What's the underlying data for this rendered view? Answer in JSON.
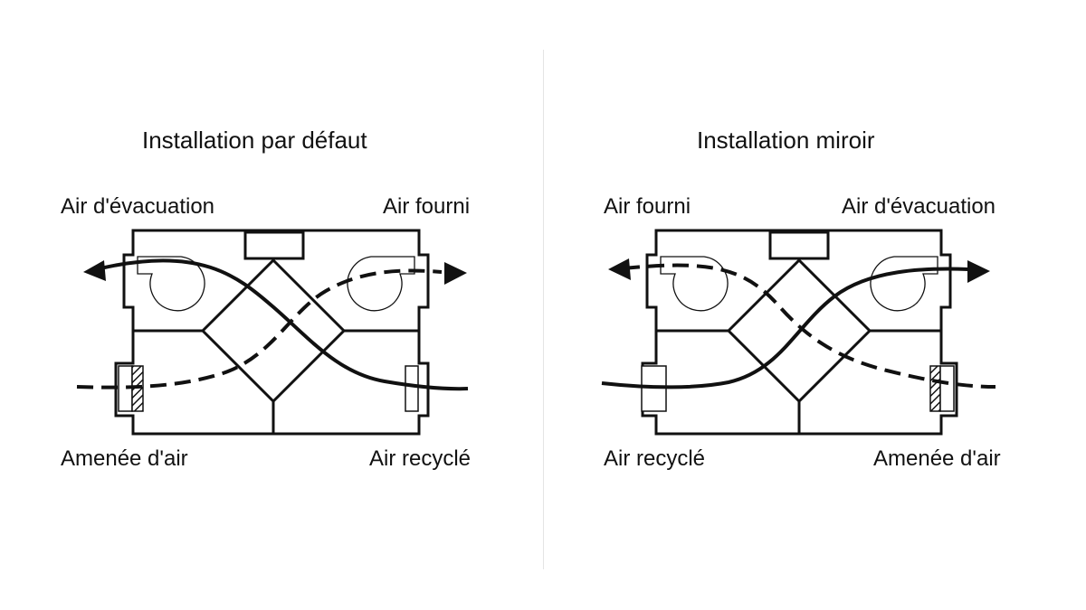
{
  "diagrams": [
    {
      "title": "Installation par défaut",
      "labels": {
        "top_left": "Air d'évacuation",
        "top_right": "Air fourni",
        "bottom_left": "Amenée d'air",
        "bottom_right": "Air recyclé"
      }
    },
    {
      "title": "Installation miroir",
      "labels": {
        "top_left": "Air fourni",
        "top_right": "Air d'évacuation",
        "bottom_left": "Air recyclé",
        "bottom_right": "Amenée d'air"
      }
    }
  ],
  "colors": {
    "line": "#111111",
    "background": "#ffffff",
    "divider": "#e4e4e4"
  },
  "legend_semantics": {
    "solid_line": "solid-airflow",
    "dashed_line": "dashed-airflow",
    "filter_hatched": "hatched-filter",
    "filter_plain": "plain-filter"
  }
}
